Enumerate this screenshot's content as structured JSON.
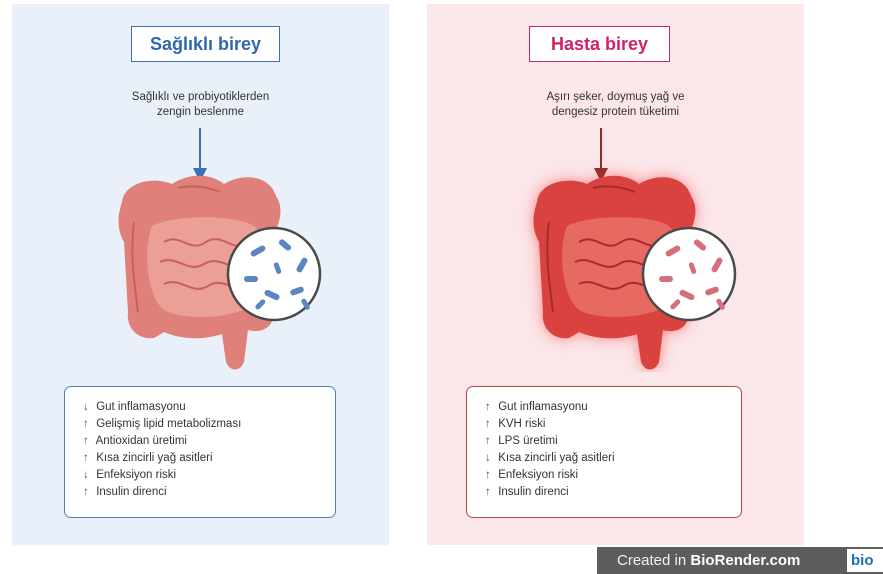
{
  "healthy": {
    "title": "Sağlıklı birey",
    "subtitle_line1": "Sağlıklı ve probiyotiklerden",
    "subtitle_line2": "zengin  beslenme",
    "effects": [
      {
        "arrow": "↓",
        "text": "Gut inflamasyonu"
      },
      {
        "arrow": "↑",
        "text": "Gelişmiş lipid metabolizması"
      },
      {
        "arrow": "↑",
        "text": "Antioxidan üretimi"
      },
      {
        "arrow": "↑",
        "text": "Kısa zincirli yağ asitleri"
      },
      {
        "arrow": "↓",
        "text": "Enfeksiyon riski"
      },
      {
        "arrow": "↑",
        "text": "Insulin direnci"
      }
    ]
  },
  "sick": {
    "title": "Hasta birey",
    "subtitle_line1": "Aşırı şeker, doymuş yağ ve",
    "subtitle_line2": "dengesiz protein tüketimi",
    "effects": [
      {
        "arrow": "↑",
        "text": "Gut inflamasyonu"
      },
      {
        "arrow": "↑",
        "text": "KVH riski"
      },
      {
        "arrow": "↑",
        "text": "LPS üretimi"
      },
      {
        "arrow": "↓",
        "text": "Kısa zincirli yağ asitleri"
      },
      {
        "arrow": "↑",
        "text": "Enfeksiyon riski"
      },
      {
        "arrow": "↑",
        "text": "Insulin direnci"
      }
    ]
  },
  "watermark": {
    "prefix": "Created in ",
    "brand": "BioRender.com",
    "logo": "bio"
  },
  "colors": {
    "healthy_accent": "#2f67b0",
    "sick_accent": "#d0216a",
    "healthy_bg": "#e9f0f9",
    "sick_bg": "#fbe6e9"
  },
  "icons": {
    "intestine": "intestine-icon",
    "bacteria_zoom": "bacteria-icon",
    "diet_arrow": "arrow-down-icon"
  }
}
